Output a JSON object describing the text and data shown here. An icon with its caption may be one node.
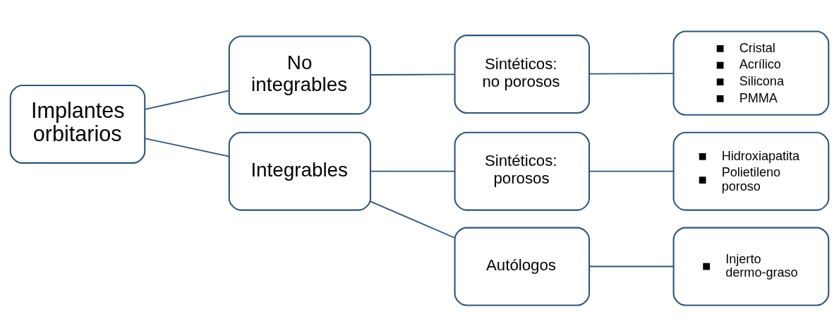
{
  "diagram": {
    "nodes": [
      {
        "text": [
          "Implantes orbitarios"
        ]
      },
      {
        "text": [
          "No integrables"
        ]
      },
      {
        "text": [
          "Integrables"
        ]
      },
      {
        "text": [
          "Sintéticos: no porosos"
        ]
      },
      {
        "text": [
          "Sintéticos: porosos"
        ]
      },
      {
        "text": [
          "Autólogos"
        ]
      },
      {
        "text": [
          "Cristal",
          "Acrílico",
          "Silicona",
          "PMMA"
        ]
      },
      {
        "text": [
          "Hidroxiapatita",
          "Polietileno poroso"
        ]
      },
      {
        "text": [
          "Injerto dermo-graso"
        ]
      }
    ],
    "edges": [
      {
        "from": 0,
        "to": 1,
        "arrow": "none"
      },
      {
        "from": 0,
        "to": 2,
        "arrow": "none"
      },
      {
        "from": 1,
        "to": 3,
        "arrow": "none"
      },
      {
        "from": 2,
        "to": 4,
        "arrow": "none"
      },
      {
        "from": 2,
        "to": 5,
        "arrow": "none"
      },
      {
        "from": 3,
        "to": 6,
        "arrow": "none"
      },
      {
        "from": 4,
        "to": 7,
        "arrow": "none"
      },
      {
        "from": 5,
        "to": 8,
        "arrow": "none"
      }
    ]
  }
}
